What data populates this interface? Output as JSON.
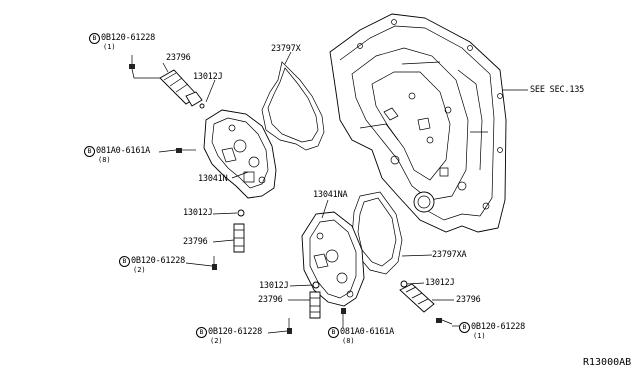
{
  "bolt_symbol": "B",
  "labels": {
    "bolt_top": "0B120-61228",
    "bolt_top_qty": "(1)",
    "solenoid_top": "23796",
    "seal_top": "13012J",
    "gasket_top": "23797X",
    "see_sec": "SEE SEC.135",
    "bolt_mid_left": "081A0-6161A",
    "bolt_mid_left_qty": "(8)",
    "housing_upper": "13041N",
    "seal_mid": "13012J",
    "solenoid_mid": "23796",
    "bolt_left2": "0B120-61228",
    "bolt_left2_qty": "(2)",
    "housing_lower": "13041NA",
    "gasket_lower": "23797XA",
    "seal_lower_left": "13012J",
    "solenoid_lower_left": "23796",
    "seal_lower_right": "13012J",
    "solenoid_lower_right": "23796",
    "bolt_bottom_left": "0B120-61228",
    "bolt_bottom_left_qty": "(2)",
    "bolt_bottom_mid": "081A0-6161A",
    "bolt_bottom_mid_qty": "(8)",
    "bolt_bottom_right": "0B120-61228",
    "bolt_bottom_right_qty": "(1)",
    "diagram_ref": "R13000AB"
  }
}
